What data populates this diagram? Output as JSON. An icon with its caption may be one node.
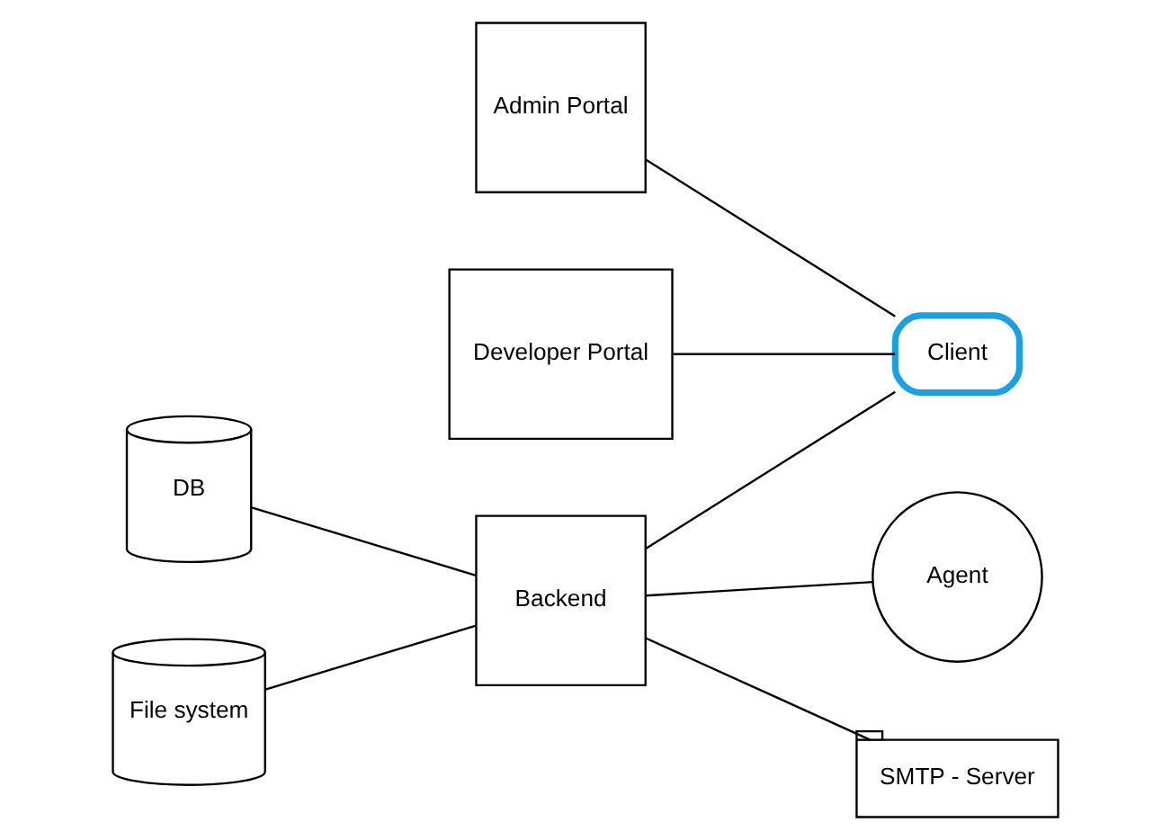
{
  "diagram": {
    "nodes": [
      {
        "text": [
          "Admin Portal"
        ]
      },
      {
        "text": [
          "Developer Portal"
        ]
      },
      {
        "text": [
          "DB"
        ]
      },
      {
        "text": [
          "Backend"
        ]
      },
      {
        "text": [
          "Client"
        ]
      },
      {
        "text": [
          "File system"
        ]
      },
      {
        "text": [
          "Agent"
        ]
      },
      {
        "text": [
          "SMTP - Server"
        ]
      }
    ],
    "edges": [
      {
        "from": 0,
        "to": 4,
        "arrow": "none"
      },
      {
        "from": 1,
        "to": 4,
        "arrow": "none"
      },
      {
        "from": 2,
        "to": 3,
        "arrow": "none"
      },
      {
        "from": 3,
        "to": 4,
        "arrow": "none"
      },
      {
        "from": 5,
        "to": 3,
        "arrow": "none"
      },
      {
        "from": 3,
        "to": 6,
        "arrow": "none"
      },
      {
        "from": 3,
        "to": 7,
        "arrow": "none"
      }
    ]
  }
}
